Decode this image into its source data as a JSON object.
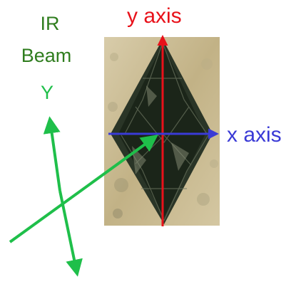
{
  "labels": {
    "ir": "IR",
    "beam": "Beam",
    "y_beam": "Y",
    "y_axis": "y axis",
    "x_axis": "x axis"
  },
  "colors": {
    "ir_beam": "#2f7d1e",
    "ir_arrow": "#1fbf4a",
    "y_axis": "#e8111a",
    "x_axis": "#3a3ad6",
    "photo_bg": "#c9b98d",
    "crystal": "#1e2a1e"
  },
  "icons": {
    "photo": "crystal-photo"
  }
}
